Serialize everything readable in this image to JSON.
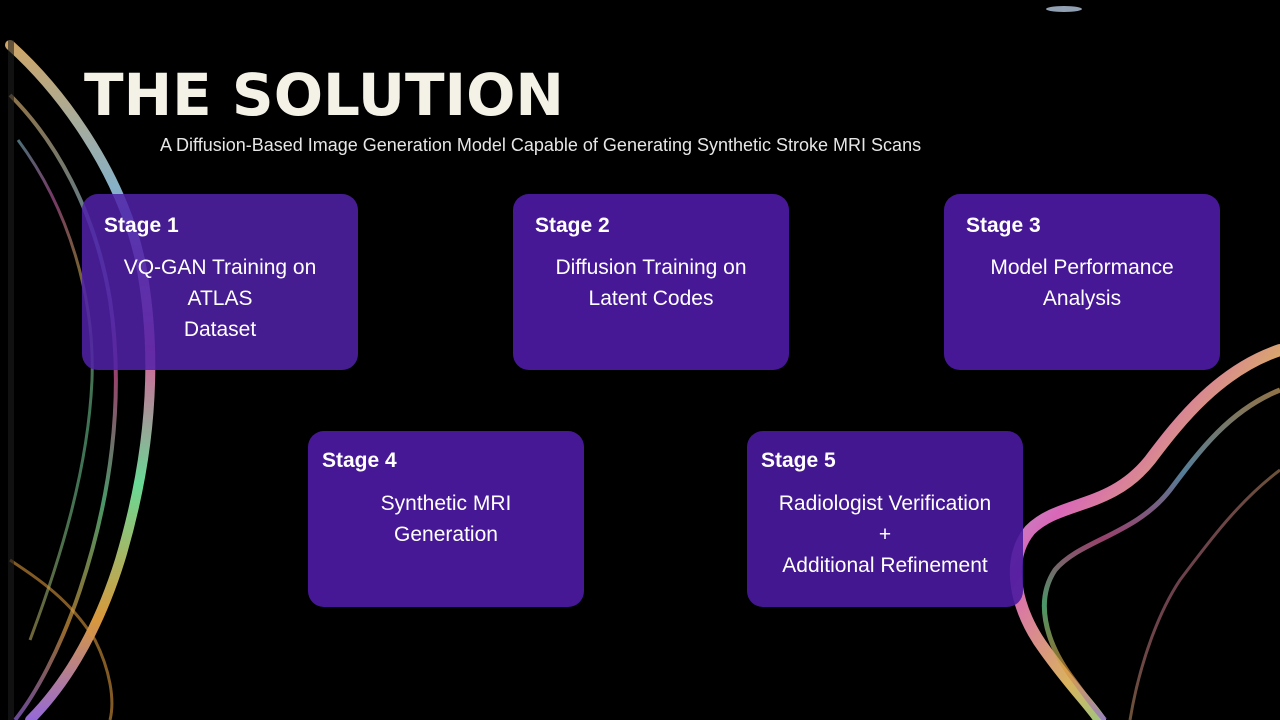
{
  "slide": {
    "title": "THE SOLUTION",
    "subtitle": "A Diffusion-Based Image Generation Model Capable of Generating Synthetic Stroke MRI Scans"
  },
  "stages": [
    {
      "label": "Stage 1",
      "text": "VQ-GAN Training on\nATLAS\nDataset"
    },
    {
      "label": "Stage 2",
      "text": "Diffusion Training on\nLatent Codes"
    },
    {
      "label": "Stage 3",
      "text": "Model Performance\nAnalysis"
    },
    {
      "label": "Stage 4",
      "text": "Synthetic MRI\nGeneration"
    },
    {
      "label": "Stage 5",
      "text": "Radiologist Verification\n+\nAdditional Refinement"
    }
  ],
  "colors": {
    "background": "#000000",
    "card": "#4a1a9e",
    "title": "#f4f1e6",
    "text": "#ffffff"
  },
  "decoration": {
    "left": "iridescent-bubble-film",
    "right": "iridescent-ribbon"
  }
}
